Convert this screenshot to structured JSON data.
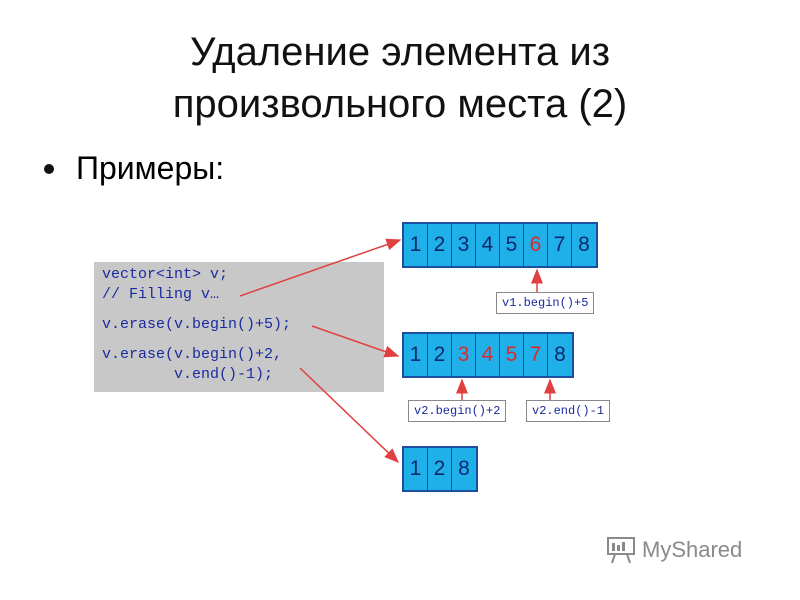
{
  "title": {
    "line1": "Удаление элемента из",
    "line2": "произвольного места (2)"
  },
  "bullet": "Примеры:",
  "code": {
    "line1": "vector<int> v;",
    "line2": "// Filling v…",
    "line3": "v.erase(v.begin()+5);",
    "line4": "v.erase(v.begin()+2,",
    "line5": "        v.end()-1);"
  },
  "arrays": {
    "first": [
      "1",
      "2",
      "3",
      "4",
      "5",
      "6",
      "7",
      "8"
    ],
    "second": [
      "1",
      "2",
      "3",
      "4",
      "5",
      "7",
      "8"
    ],
    "third": [
      "1",
      "2",
      "8"
    ]
  },
  "labels": {
    "v1_begin": "v1.begin()+5",
    "v2_begin": "v2.begin()+2",
    "v2_end": "v2.end()-1"
  },
  "colors": {
    "cell_fill": "#1fb0ea",
    "cell_border": "#1c4fa0",
    "highlight": "#e02828",
    "arrow": "#e04040",
    "code_bg": "#c8c8c8"
  },
  "logo": {
    "text": "MyShared",
    "icon": "presentation-board-icon"
  }
}
